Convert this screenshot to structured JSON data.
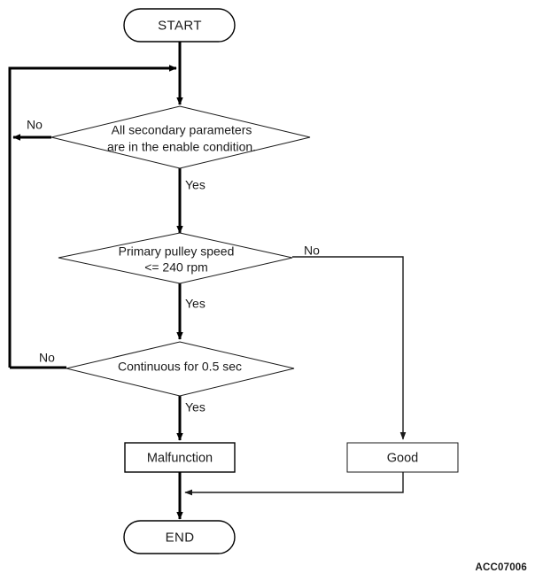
{
  "diagram": {
    "id_label": "ACC07006",
    "nodes": {
      "start": {
        "label": "START",
        "shape": "terminal"
      },
      "decision1": {
        "line1": "All secondary parameters",
        "line2": "are in the enable condition.",
        "shape": "decision"
      },
      "decision2": {
        "line1": "Primary pulley speed",
        "line2": "<= 240 rpm",
        "shape": "decision"
      },
      "decision3": {
        "line1": "Continuous for 0.5 sec",
        "shape": "decision"
      },
      "malfunction": {
        "label": "Malfunction",
        "shape": "process"
      },
      "good": {
        "label": "Good",
        "shape": "process"
      },
      "end": {
        "label": "END",
        "shape": "terminal"
      }
    },
    "edge_labels": {
      "d1_no": "No",
      "d1_yes": "Yes",
      "d2_no": "No",
      "d2_yes": "Yes",
      "d3_no": "No",
      "d3_yes": "Yes"
    },
    "colors": {
      "stroke": "#000000",
      "text": "#1a1a1a",
      "background": "#ffffff"
    }
  }
}
